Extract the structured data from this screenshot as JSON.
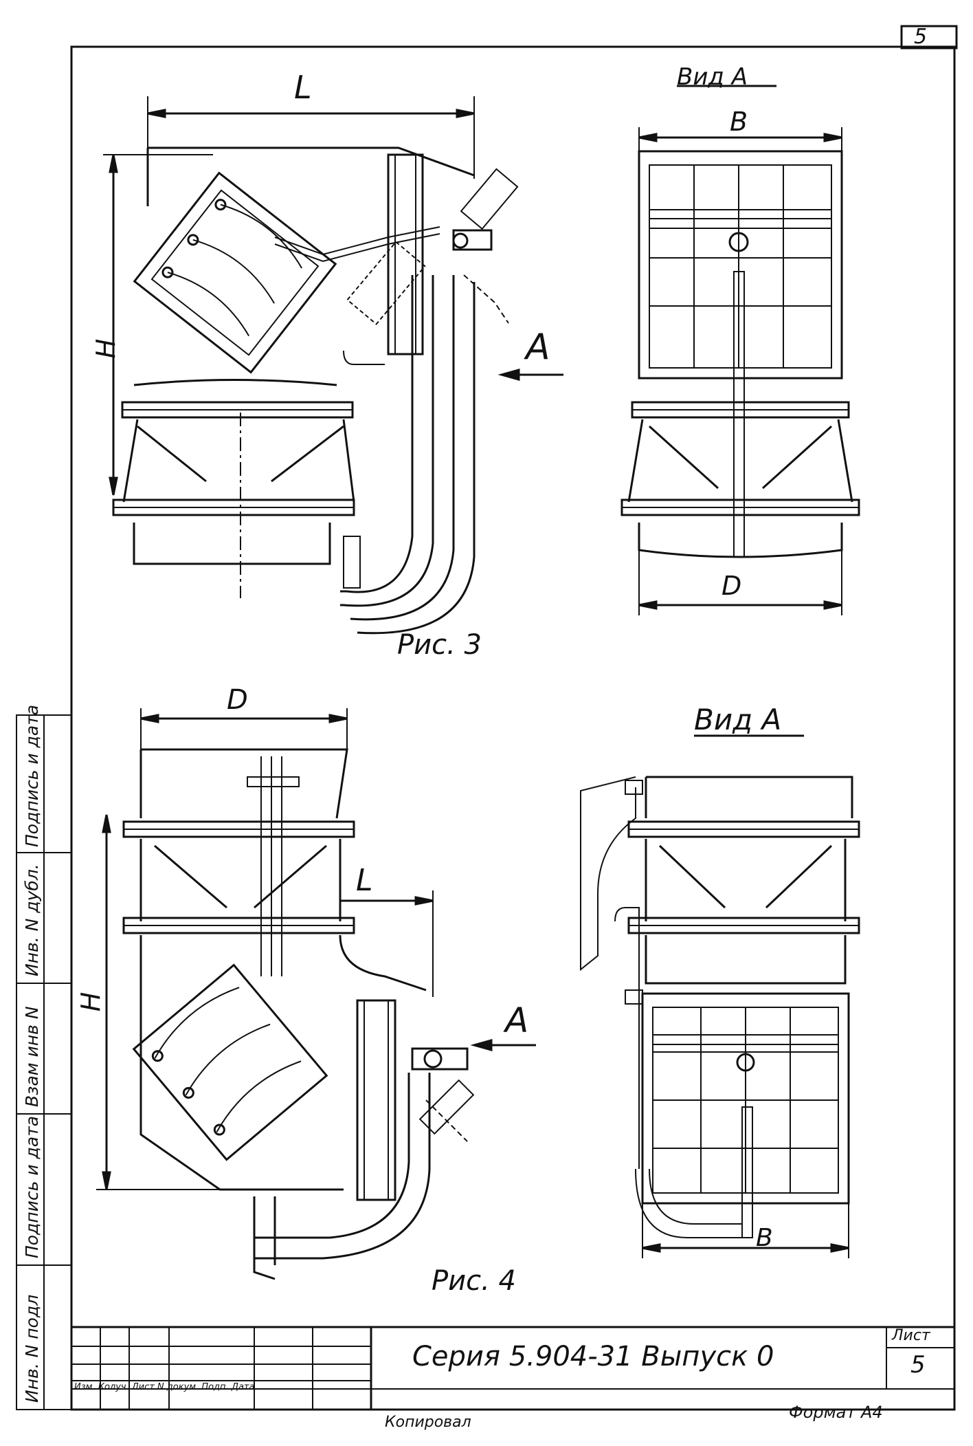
{
  "sheet_number_top": "5",
  "figure3": {
    "caption": "Рис. 3",
    "dim_L": "L",
    "dim_H": "H",
    "view_arrow": "A",
    "view_title": "Вид А",
    "dim_B": "B",
    "dim_D": "D"
  },
  "figure4": {
    "caption": "Рис. 4",
    "dim_D": "D",
    "dim_L": "L",
    "dim_H": "H",
    "view_arrow": "A",
    "view_title": "Вид А",
    "dim_B": "B"
  },
  "side_stamp": [
    "Инв. N подл",
    "Подпись и дата",
    "Взам инв N",
    "Инв. N дубл.",
    "Подпись и дата"
  ],
  "title_block": {
    "series_text": "Серия 5.904-31  Выпуск 0",
    "sheet_label": "Лист",
    "sheet_number": "5",
    "columns_text": "Изм. Колуч. Лист N докум. Подп. Дата"
  },
  "footer": {
    "copied": "Копировал",
    "format": "Формат А4"
  }
}
